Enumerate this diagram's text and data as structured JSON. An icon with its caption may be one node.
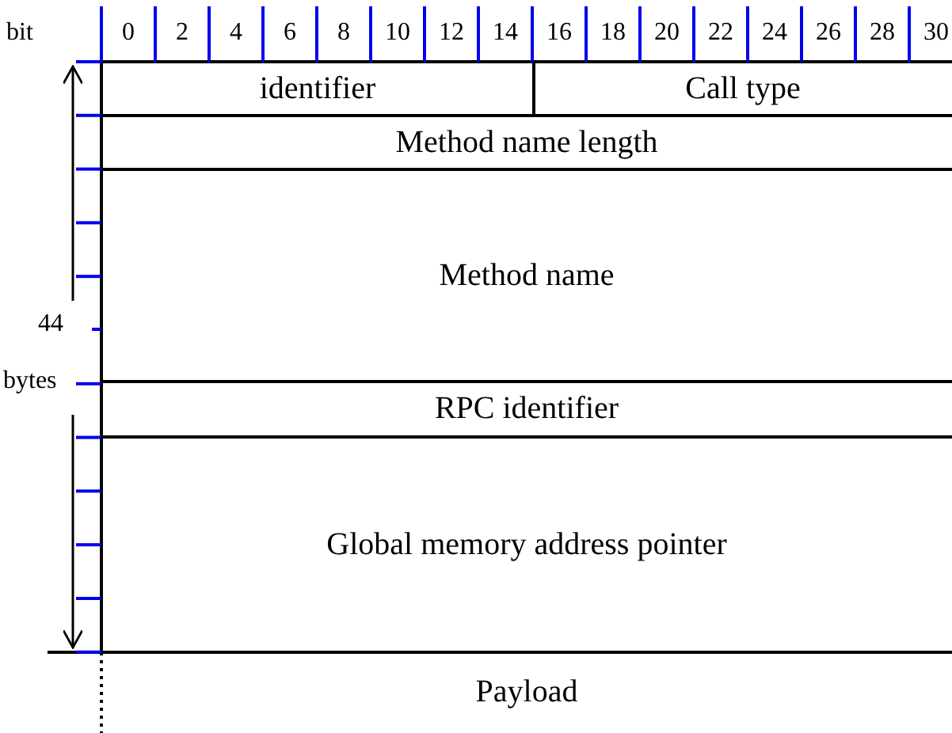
{
  "diagram": {
    "nodes": [
      {
        "text": [
          "identifier"
        ]
      },
      {
        "text": [
          "Call type"
        ]
      },
      {
        "text": [
          "Method name length"
        ]
      },
      {
        "text": [
          "Method name"
        ]
      },
      {
        "text": [
          "RPC identifier"
        ]
      },
      {
        "text": [
          "Global memory address pointer"
        ]
      },
      {
        "text": [
          "Payload"
        ]
      }
    ],
    "labels": [
      "bit",
      "0",
      "2",
      "4",
      "6",
      "8",
      "10",
      "12",
      "14",
      "16",
      "18",
      "20",
      "22",
      "24",
      "26",
      "28",
      "30",
      "44",
      "bytes"
    ]
  }
}
